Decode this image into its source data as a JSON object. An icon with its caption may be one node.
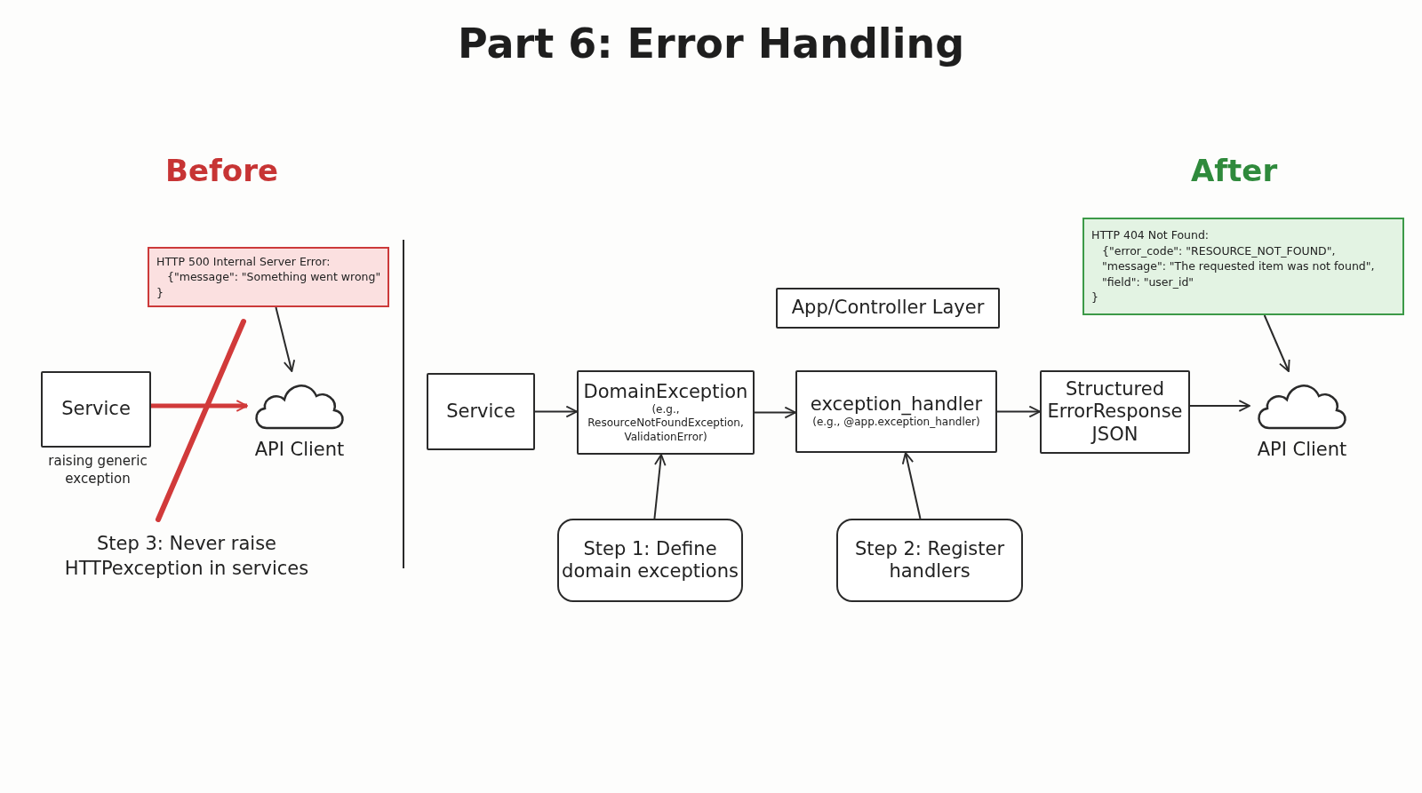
{
  "diagram": {
    "title": "Part 6: Error Handling",
    "nodes": [
      {
        "text": [
          "HTTP 500 Internal Server Error:",
          "{\"message\": \"Something went wrong\"",
          "}"
        ]
      },
      {
        "text": [
          "Service"
        ],
        "beside": [
          "raising generic exception"
        ]
      },
      {
        "text": [
          "API Client"
        ]
      },
      {
        "text": [
          "App/Controller Layer"
        ]
      },
      {
        "text": [
          "Service"
        ]
      },
      {
        "text": [
          "DomainException",
          "(e.g., ResourceNotFoundException, ValidationError)"
        ]
      },
      {
        "text": [
          "exception_handler",
          "(e.g., @app.exception_handler)"
        ]
      },
      {
        "text": [
          "Structured ErrorResponse JSON"
        ]
      },
      {
        "text": [
          "API Client"
        ]
      },
      {
        "text": [
          "HTTP 404 Not Found:",
          "{\"error_code\": \"RESOURCE_NOT_FOUND\",",
          "\"message\": \"The requested item was not found\",",
          "\"field\": \"user_id\"",
          "}"
        ]
      },
      {
        "text": [
          "Step 1: Define domain exceptions"
        ]
      },
      {
        "text": [
          "Step 2: Register handlers"
        ]
      }
    ],
    "edges": [
      {
        "from": 0,
        "to": 2,
        "arrow": "to"
      },
      {
        "from": 1,
        "to": 2,
        "arrow": "to",
        "style": "thick",
        "color": "#d13a3a"
      },
      {
        "from": 4,
        "to": 5,
        "arrow": "to"
      },
      {
        "from": 5,
        "to": 6,
        "arrow": "to"
      },
      {
        "from": 6,
        "to": 7,
        "arrow": "to"
      },
      {
        "from": 7,
        "to": 8,
        "arrow": "to"
      },
      {
        "from": 9,
        "to": 8,
        "arrow": "to"
      },
      {
        "from": 10,
        "to": 5,
        "arrow": "to"
      },
      {
        "from": 11,
        "to": 6,
        "arrow": "to"
      }
    ],
    "labels": [
      "Before",
      "After",
      "Step 3: Never raise HTTPexception in services"
    ]
  }
}
